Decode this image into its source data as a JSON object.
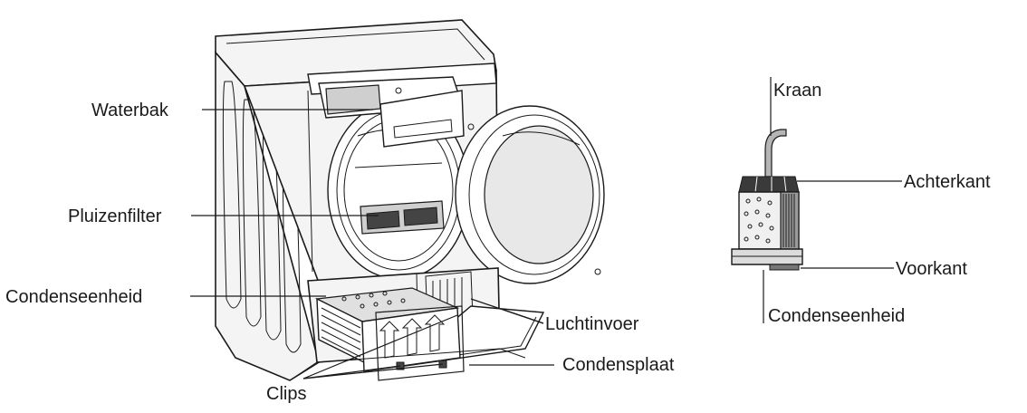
{
  "labels": {
    "waterbak": "Waterbak",
    "pluizenfilter": "Pluizenfilter",
    "condenseenheid_left": "Condenseenheid",
    "luchtinvoer": "Luchtinvoer",
    "condensplaat": "Condensplaat",
    "clips": "Clips",
    "kraan": "Kraan",
    "achterkant": "Achterkant",
    "voorkant": "Voorkant",
    "condenseenheid_right": "Condenseenheid"
  }
}
